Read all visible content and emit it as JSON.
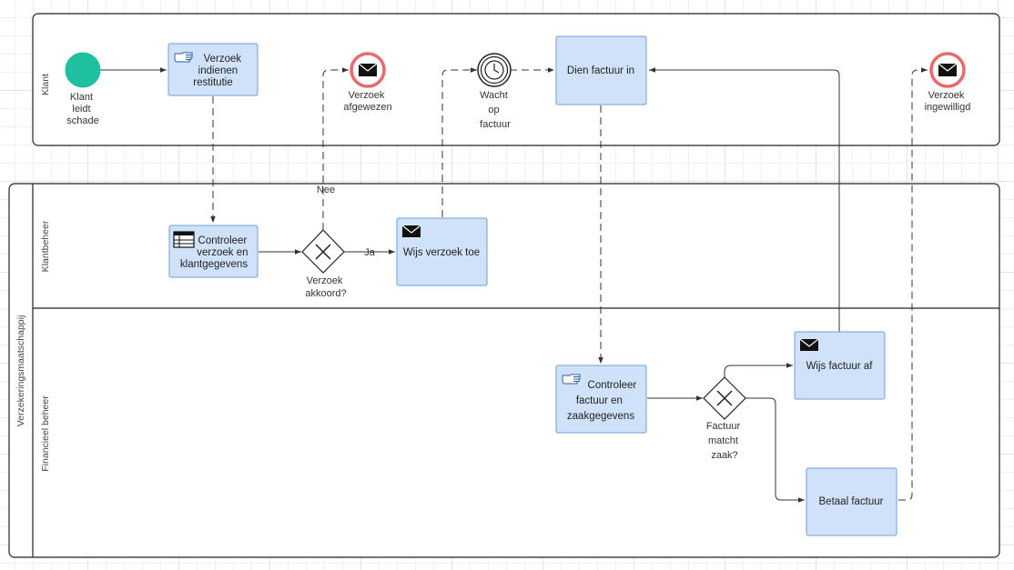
{
  "pools": {
    "klant": {
      "label": "Klant"
    },
    "verzekering": {
      "label": "Verzekeringsmaatschappij"
    }
  },
  "lanes": {
    "klantbeheer": "Klantbeheer",
    "financieel": "Financieel beheer"
  },
  "events": {
    "start": [
      "Klant",
      "leidt",
      "schade"
    ],
    "afgewezen": [
      "Verzoek",
      "afgewezen"
    ],
    "wacht": [
      "Wacht",
      "op",
      "factuur"
    ],
    "ingewilligd": [
      "Verzoek",
      "ingewilligd"
    ]
  },
  "tasks": {
    "indienen": [
      "Verzoek",
      "indienen",
      "restitutie"
    ],
    "dien_factuur": [
      "Dien factuur in"
    ],
    "controleer_verzoek": [
      "Controleer",
      "verzoek en",
      "klantgegevens"
    ],
    "wijs_toe": [
      "Wijs verzoek toe"
    ],
    "controleer_factuur": [
      "Controleer",
      "factuur en",
      "zaakgegevens"
    ],
    "wijs_af": [
      "Wijs factuur af"
    ],
    "betaal": [
      "Betaal factuur"
    ]
  },
  "gateways": {
    "akkoord": [
      "Verzoek",
      "akkoord?"
    ],
    "match": [
      "Factuur",
      "matcht",
      "zaak?"
    ]
  },
  "flow_labels": {
    "nee": "Nee",
    "ja": "Ja"
  },
  "colors": {
    "task_fill": "#cfe2fa",
    "task_stroke": "#6d9fd8",
    "start_event": "#1ec0a0",
    "end_event_ring": "#e86a6a"
  }
}
